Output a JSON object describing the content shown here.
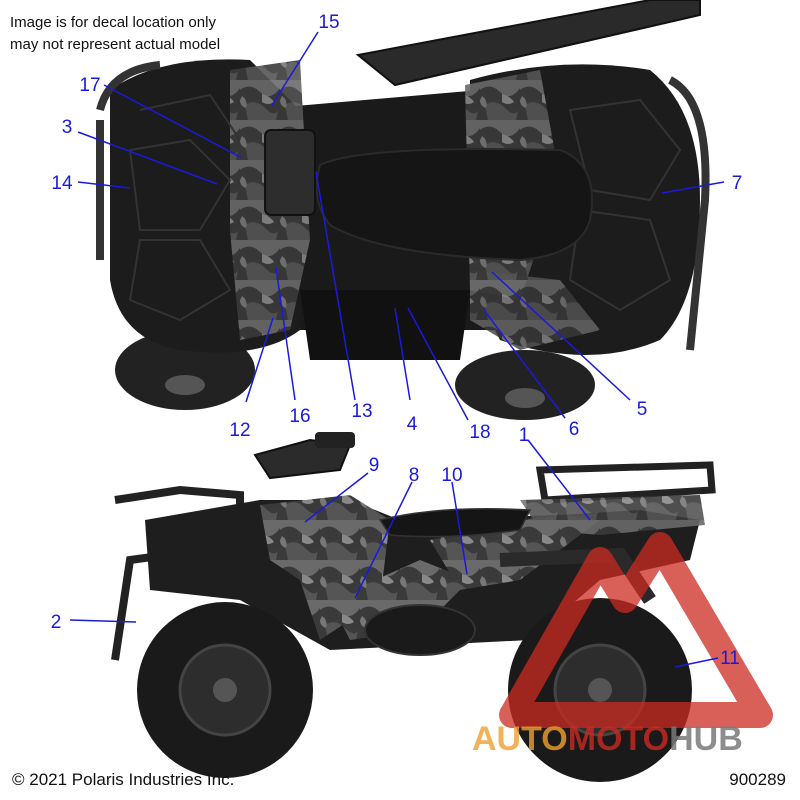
{
  "notice": {
    "line1": "Image is for decal location only",
    "line2": "may not represent actual model"
  },
  "copyright": "© 2021 Polaris Industries Inc.",
  "diagram_number": "900289",
  "watermark": {
    "part1": "AUTO",
    "part2": "MOTO",
    "part3": "HUB"
  },
  "callouts": [
    "15",
    "17",
    "3",
    "14",
    "7",
    "12",
    "16",
    "13",
    "4",
    "18",
    "6",
    "5",
    "1",
    "9",
    "8",
    "10",
    "2",
    "11"
  ],
  "colors": {
    "callout": "#1a1adc",
    "vehicle_dark": "#1c1c1c",
    "camo_gray": "#5a5a5a",
    "watermark_red": "#cc2a22",
    "watermark_orange": "#f0a030",
    "watermark_gray": "#7a7a7a"
  }
}
